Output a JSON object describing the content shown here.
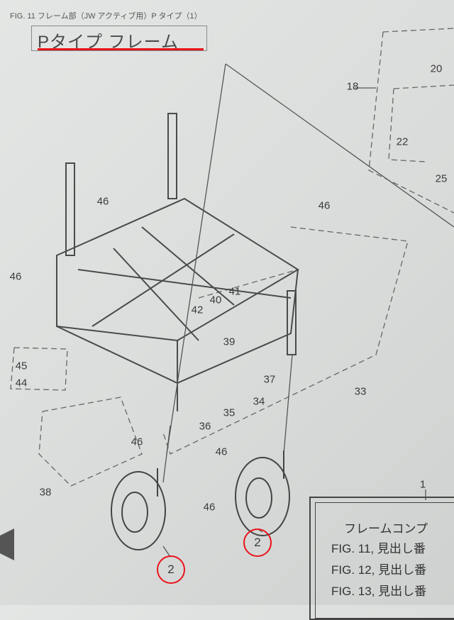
{
  "header": {
    "figure_caption": "FIG. 11 フレーム部（JW アクティブ用）P タイプ（1）",
    "title": "Pタイプ フレーム"
  },
  "callouts": [
    {
      "id": "c18",
      "label": "18"
    },
    {
      "id": "c20",
      "label": "20"
    },
    {
      "id": "c22",
      "label": "22"
    },
    {
      "id": "c25",
      "label": "25"
    },
    {
      "id": "c46a",
      "label": "46"
    },
    {
      "id": "c46b",
      "label": "46"
    },
    {
      "id": "c46c",
      "label": "46"
    },
    {
      "id": "c41",
      "label": "41"
    },
    {
      "id": "c40",
      "label": "40"
    },
    {
      "id": "c42",
      "label": "42"
    },
    {
      "id": "c39",
      "label": "39"
    },
    {
      "id": "c45",
      "label": "45"
    },
    {
      "id": "c44",
      "label": "44"
    },
    {
      "id": "c37",
      "label": "37"
    },
    {
      "id": "c33",
      "label": "33"
    },
    {
      "id": "c34",
      "label": "34"
    },
    {
      "id": "c35",
      "label": "35"
    },
    {
      "id": "c36",
      "label": "36"
    },
    {
      "id": "c46d",
      "label": "46"
    },
    {
      "id": "c46e",
      "label": "46"
    },
    {
      "id": "c38",
      "label": "38"
    },
    {
      "id": "c46f",
      "label": "46"
    },
    {
      "id": "c1",
      "label": "1"
    }
  ],
  "highlighted": [
    {
      "label": "2"
    },
    {
      "label": "2"
    }
  ],
  "frame_complete_box": {
    "title": "フレームコンプ",
    "lines": [
      "FIG. 11, 見出し番",
      "FIG. 12, 見出し番",
      "FIG. 13, 見出し番"
    ]
  },
  "colors": {
    "highlight": "#e8141a",
    "ink": "#3a3a3a"
  }
}
